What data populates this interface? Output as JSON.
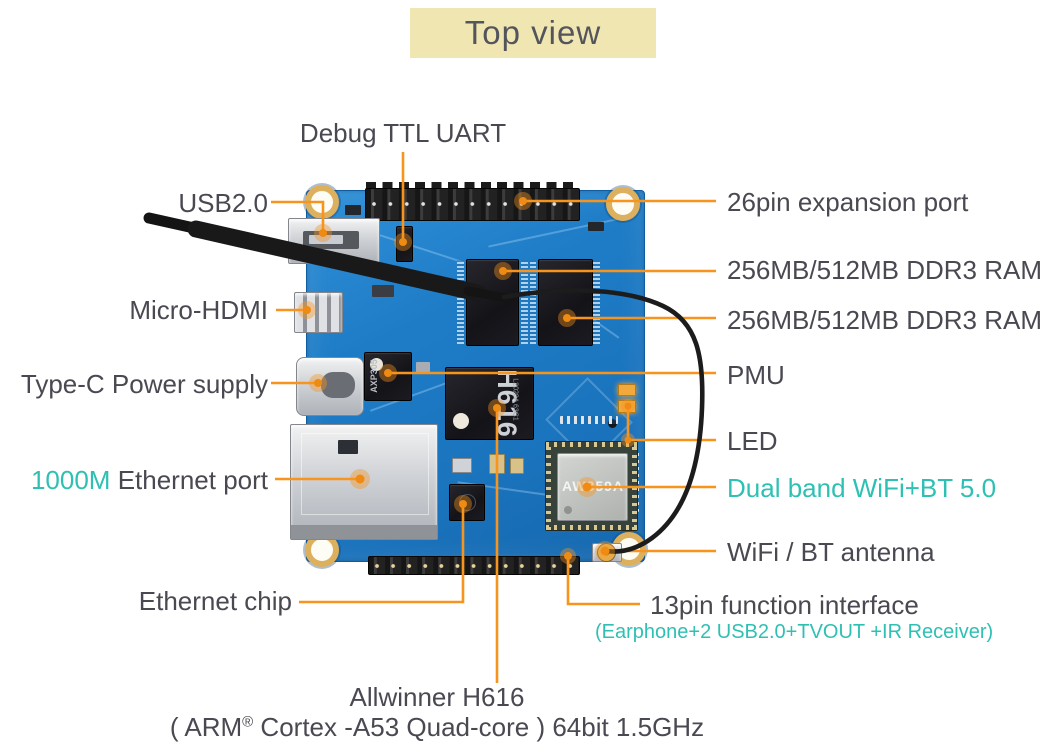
{
  "title": "Top view",
  "colors": {
    "accent_orange": "#F7941D",
    "teal": "#2FC0B4",
    "label_text": "#494952",
    "title_bg": "#F0E6B2",
    "pcb_blue": "#1E7CC6"
  },
  "labels": {
    "debug_uart": "Debug TTL UART",
    "usb": "USB2.0",
    "hdmi": "Micro-HDMI",
    "typec": "Type-C Power supply",
    "ethernet_speed": "1000M",
    "ethernet_port": "Ethernet port",
    "ethernet_chip": "Ethernet chip",
    "expansion_port": "26pin expansion port",
    "ram_top": "256MB/512MB DDR3 RAM",
    "ram_bottom": "256MB/512MB DDR3 RAM",
    "pmu": "PMU",
    "led": "LED",
    "wifi_bt": "Dual band WiFi+BT 5.0",
    "wifi_antenna": "WiFi / BT antenna",
    "function_interface": "13pin function interface",
    "function_detail": "(Earphone+2 USB2.0+TVOUT +IR Receiver)",
    "soc_name": "Allwinner H616",
    "soc_spec_pre": "( ARM",
    "soc_spec_reg": "®",
    "soc_spec_post": " Cortex -A53 Quad-core ) 64bit 1.5GHz"
  },
  "board_markings": {
    "soc": "H616",
    "soc_sub": "L2028A 63C1",
    "pmu": "AXP305",
    "wifi_module": "AW859A"
  }
}
